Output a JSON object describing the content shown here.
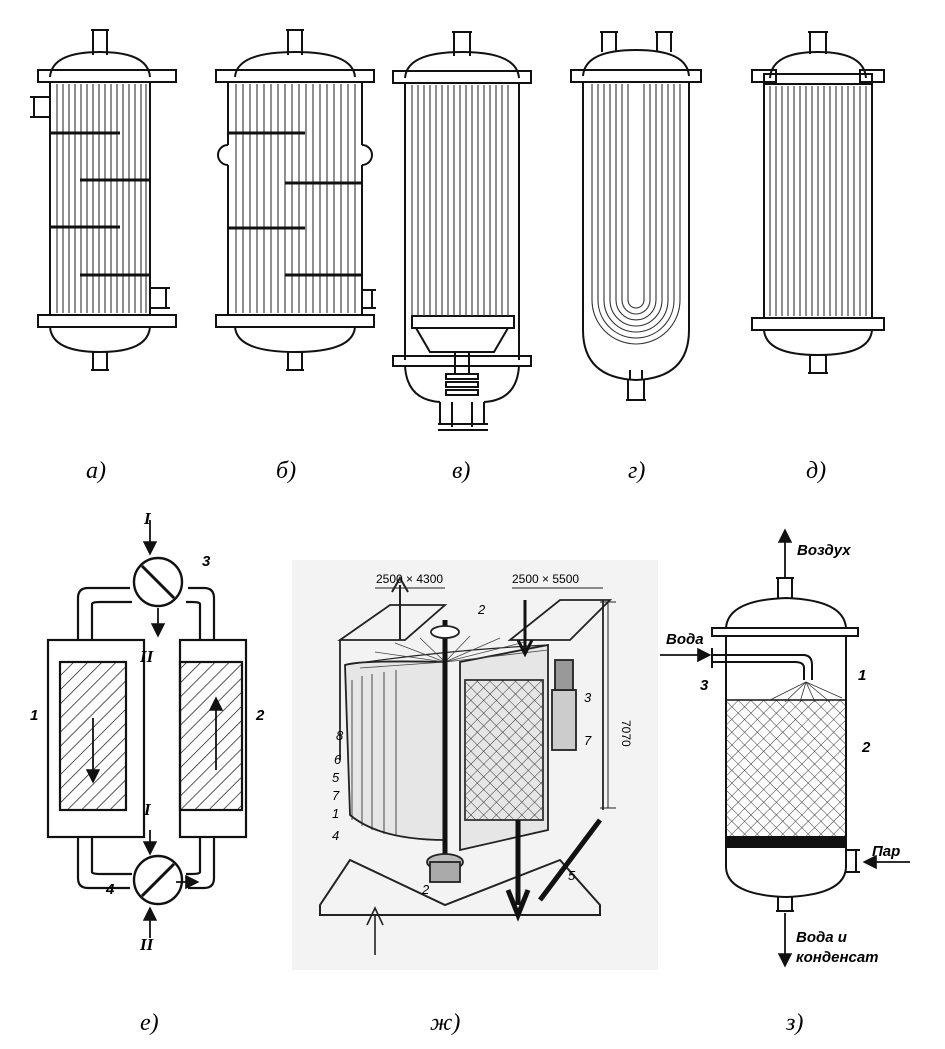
{
  "captions": {
    "a": "а)",
    "b": "б)",
    "v": "в)",
    "g": "г)",
    "d": "д)",
    "e": "е)",
    "zh": "ж)",
    "z": "з)"
  },
  "fig_e": {
    "in_top": "I",
    "out_top": "II",
    "in_bottom": "I",
    "out_bottom": "II",
    "n1": "1",
    "n2": "2",
    "n3": "3",
    "n4": "4"
  },
  "fig_zh": {
    "dim_left": "2500 × 4300",
    "dim_right": "2500 × 5500",
    "dim_height": "7070",
    "labels": [
      "8",
      "6",
      "5",
      "7",
      "1",
      "4",
      "2",
      "2",
      "3",
      "7",
      "5"
    ]
  },
  "fig_z": {
    "air": "Воздух",
    "water": "Вода",
    "steam": "Пар",
    "out1": "Вода и",
    "out2": "конденсат",
    "n1": "1",
    "n2": "2",
    "n3": "3"
  },
  "colors": {
    "ink": "#111111",
    "paper": "#ffffff",
    "gray": "#555555"
  }
}
